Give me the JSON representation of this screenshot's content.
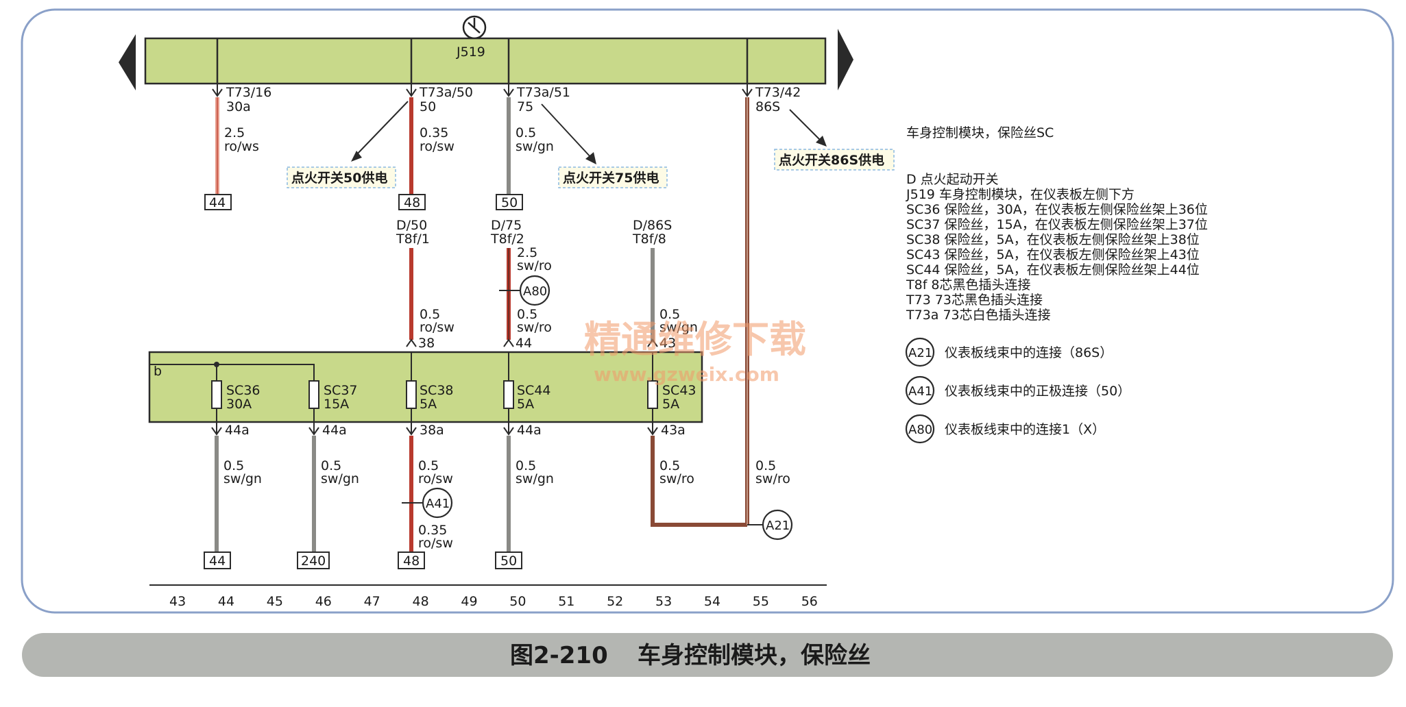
{
  "module_j519": {
    "label": "J519"
  },
  "connectors_top": [
    {
      "pin": "T73/16",
      "term": "30a"
    },
    {
      "pin": "T73a/50",
      "term": "50"
    },
    {
      "pin": "T73a/51",
      "term": "75"
    },
    {
      "pin": "T73/42",
      "term": "86S"
    }
  ],
  "wires_top": [
    {
      "size": "2.5",
      "color": "ro/ws"
    },
    {
      "size": "0.35",
      "color": "ro/sw"
    },
    {
      "size": "0.5",
      "color": "sw/gn"
    }
  ],
  "refs_top": [
    "44",
    "48",
    "50"
  ],
  "callouts": [
    "点火开关50供电",
    "点火开关75供电",
    "点火开关86S供电"
  ],
  "d_connectors": [
    {
      "pin": "D/50",
      "sub": "T8f/1"
    },
    {
      "pin": "D/75",
      "sub": "T8f/2"
    },
    {
      "pin": "D/86S",
      "sub": "T8f/8"
    }
  ],
  "wires_mid": [
    {
      "size": "2.5",
      "color": "sw/ro"
    },
    {
      "size": "0.5",
      "color": "ro/sw"
    },
    {
      "size": "0.5",
      "color": "sw/ro"
    },
    {
      "size": "0.5",
      "color": "sw/gn"
    }
  ],
  "fuse_inputs": [
    "38",
    "44",
    "43"
  ],
  "fuse_box_label": "b",
  "fuses": [
    {
      "name": "SC36",
      "rating": "30A"
    },
    {
      "name": "SC37",
      "rating": "15A"
    },
    {
      "name": "SC38",
      "rating": "5A"
    },
    {
      "name": "SC44",
      "rating": "5A"
    },
    {
      "name": "SC43",
      "rating": "5A"
    }
  ],
  "fuse_outputs": [
    "44a",
    "44a",
    "38a",
    "44a",
    "43a"
  ],
  "wires_bottom": [
    {
      "size": "0.5",
      "color": "sw/gn"
    },
    {
      "size": "0.5",
      "color": "sw/gn"
    },
    {
      "size": "0.5",
      "color": "ro/sw"
    },
    {
      "size": "0.5",
      "color": "sw/gn"
    },
    {
      "size": "0.5",
      "color": "sw/ro"
    },
    {
      "size": "0.5",
      "color": "sw/ro"
    },
    {
      "size": "0.35",
      "color": "ro/sw"
    }
  ],
  "refs_bottom": [
    "44",
    "240",
    "48",
    "50"
  ],
  "junctions": [
    "A80",
    "A41",
    "A21"
  ],
  "grid_numbers": [
    "43",
    "44",
    "45",
    "46",
    "47",
    "48",
    "49",
    "50",
    "51",
    "52",
    "53",
    "54",
    "55",
    "56"
  ],
  "legend": {
    "heading": "车身控制模块，保险丝SC",
    "items": [
      "D 点火起动开关",
      "J519 车身控制模块，在仪表板左侧下方",
      "SC36 保险丝，30A，在仪表板左侧保险丝架上36位",
      "SC37 保险丝，15A，在仪表板左侧保险丝架上37位",
      "SC38 保险丝，5A，在仪表板左侧保险丝架上38位",
      "SC43 保险丝，5A，在仪表板左侧保险丝架上43位",
      "SC44 保险丝，5A，在仪表板左侧保险丝架上44位",
      "T8f 8芯黑色插头连接",
      "T73 73芯黑色插头连接",
      "T73a 73芯白色插头连接"
    ],
    "junctions": [
      {
        "code": "A21",
        "desc": "仪表板线束中的连接（86S）"
      },
      {
        "code": "A41",
        "desc": "仪表板线束中的正极连接（50）"
      },
      {
        "code": "A80",
        "desc": "仪表板线束中的连接1（X）"
      }
    ]
  },
  "watermark": {
    "cn": "精通维修下载",
    "url": "www.gzweix.com"
  },
  "caption": {
    "figure": "图2-210",
    "title": "车身控制模块，保险丝"
  },
  "colors": {
    "module_fill": "#c8d98a",
    "wire_red": "#b83a2e",
    "wire_red_light": "#e8a090",
    "wire_gray": "#8a8a86",
    "wire_brown": "#8a4a36",
    "frame": "#8aa0c8",
    "caption_bar": "#b4b6b2"
  }
}
